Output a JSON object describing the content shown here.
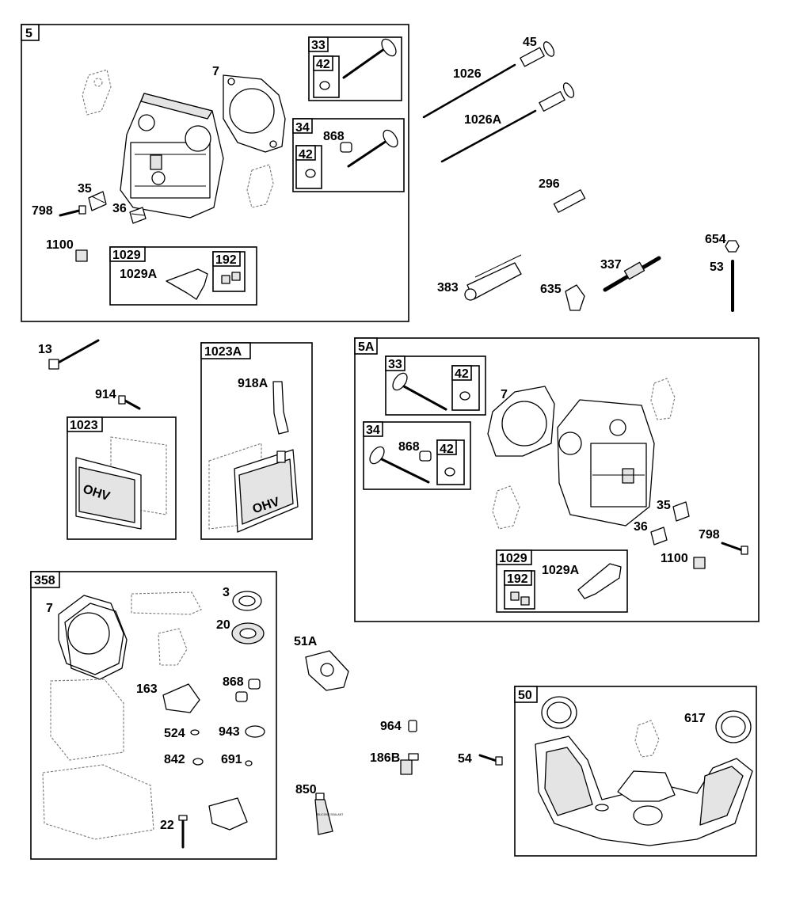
{
  "boxes": {
    "kit_5": "5",
    "kit_33_top": "33",
    "kit_42_top_a": "42",
    "kit_34_top": "34",
    "kit_42_top_b": "42",
    "kit_1029_top": "1029",
    "kit_192_top": "192",
    "kit_1023": "1023",
    "kit_1023a": "1023A",
    "kit_5a": "5A",
    "kit_33_mid": "33",
    "kit_42_mid_a": "42",
    "kit_34_mid": "34",
    "kit_42_mid_b": "42",
    "kit_1029_mid": "1029",
    "kit_192_mid": "192",
    "kit_358": "358",
    "kit_50": "50"
  },
  "labels": {
    "p7_top": "7",
    "p868_top": "868",
    "p35_top": "35",
    "p798_top": "798",
    "p36_top": "36",
    "p1100_top": "1100",
    "p1029a_top": "1029A",
    "p45": "45",
    "p1026": "1026",
    "p1026a": "1026A",
    "p296": "296",
    "p654": "654",
    "p337": "337",
    "p53": "53",
    "p383": "383",
    "p635": "635",
    "p13": "13",
    "p914": "914",
    "p918a": "918A",
    "p7_mid": "7",
    "p868_mid": "868",
    "p35_mid": "35",
    "p36_mid": "36",
    "p798_mid": "798",
    "p1100_mid": "1100",
    "p1029a_mid": "1029A",
    "p7_358": "7",
    "p3": "3",
    "p20": "20",
    "p163": "163",
    "p868_358": "868",
    "p524": "524",
    "p943": "943",
    "p842": "842",
    "p691": "691",
    "p22": "22",
    "p51a": "51A",
    "p964": "964",
    "p186b": "186B",
    "p54": "54",
    "p850": "850",
    "p617": "617"
  },
  "decals": {
    "ohv_left": "OHV",
    "ohv_right": "OHV",
    "sealant_tube": "SILICONE SEALANT"
  }
}
